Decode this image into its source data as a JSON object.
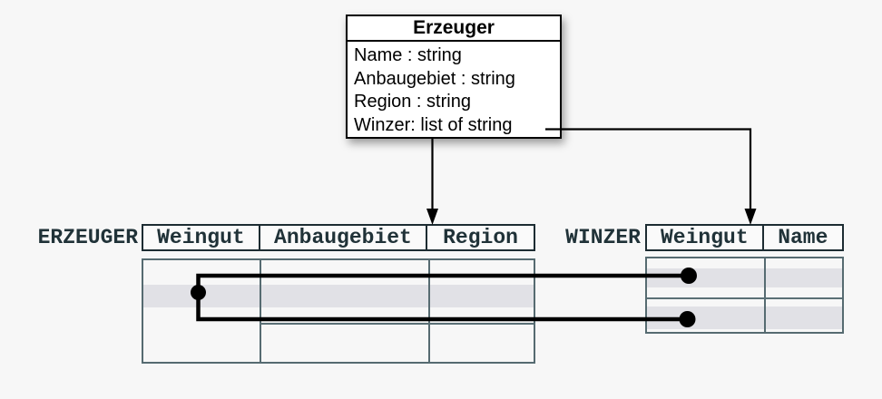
{
  "class_box": {
    "title": "Erzeuger",
    "attributes": [
      "Name : string",
      "Anbaugebiet : string",
      "Region : string",
      "Winzer: list of string"
    ]
  },
  "tables": {
    "erzeuger": {
      "label": "ERZEUGER",
      "columns": [
        "Weingut",
        "Anbaugebiet",
        "Region"
      ],
      "body_rows": 4,
      "highlighted_row_index": 2
    },
    "winzer": {
      "label": "WINZER",
      "columns": [
        "Weingut",
        "Name"
      ],
      "body_rows": 4,
      "highlighted_row_indices": [
        2,
        4
      ]
    }
  },
  "connections": {
    "class_to_erzeuger_table": "arrow-down from class box bottom to ERZEUGER header",
    "winzer_attribute_to_winzer_table": "line from 'Winzer: list of string' attribute, arrow-down to WINZER header",
    "row_links": [
      {
        "from_table": "ERZEUGER",
        "from_row": 2,
        "to_table": "WINZER",
        "to_row": 2
      },
      {
        "from_table": "ERZEUGER",
        "from_row": 2,
        "to_table": "WINZER",
        "to_row": 4
      }
    ]
  },
  "colors": {
    "background": "#f7f7f7",
    "class_box_border": "#000000",
    "header_border": "#1d2c32",
    "table_border": "#566b71",
    "header_text": "#203238",
    "row_highlight": "#e1e1e6",
    "connector": "#000000"
  }
}
